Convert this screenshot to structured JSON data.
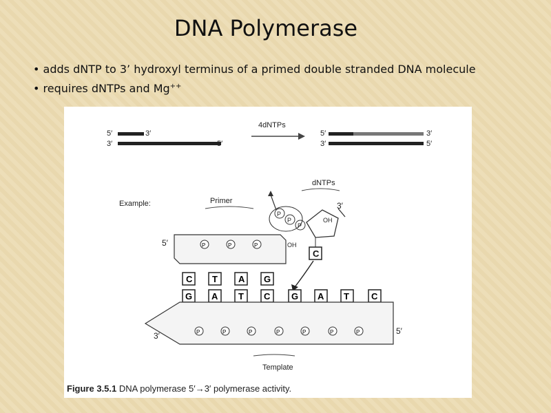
{
  "slide": {
    "title": "DNA Polymerase",
    "bullets": [
      {
        "text": "• adds dNTP to 3’ hydroxyl terminus of a primed double stranded DNA molecule",
        "sup": ""
      },
      {
        "text": "• requires dNTPs and Mg",
        "sup": "++"
      }
    ]
  },
  "figure": {
    "top_strand_left_5": "5′",
    "top_strand_left_3": "3′",
    "bottom_strand_left_3": "3′",
    "bottom_strand_left_5": "5′",
    "arrow_label": "4dNTPs",
    "right_top_5": "5′",
    "right_top_3": "3′",
    "right_bottom_3": "3′",
    "right_bottom_5": "5′",
    "dntps_label": "dNTPs",
    "example_label": "Example:",
    "primer_label": "Primer",
    "primer_5": "5′",
    "template_3": "3′",
    "template_5": "5′",
    "incoming_3": "3′",
    "oh_primer": "OH",
    "oh_incoming": "OH",
    "phosphate": "P",
    "incoming_base": "C",
    "primer_bases": [
      "C",
      "T",
      "A",
      "G"
    ],
    "template_bases": [
      "G",
      "A",
      "T",
      "C",
      "G",
      "A",
      "T",
      "C"
    ],
    "template_label": "Template",
    "caption_bold": "Figure 3.5.1",
    "caption_text": "DNA polymerase 5′→3′ polymerase activity."
  }
}
